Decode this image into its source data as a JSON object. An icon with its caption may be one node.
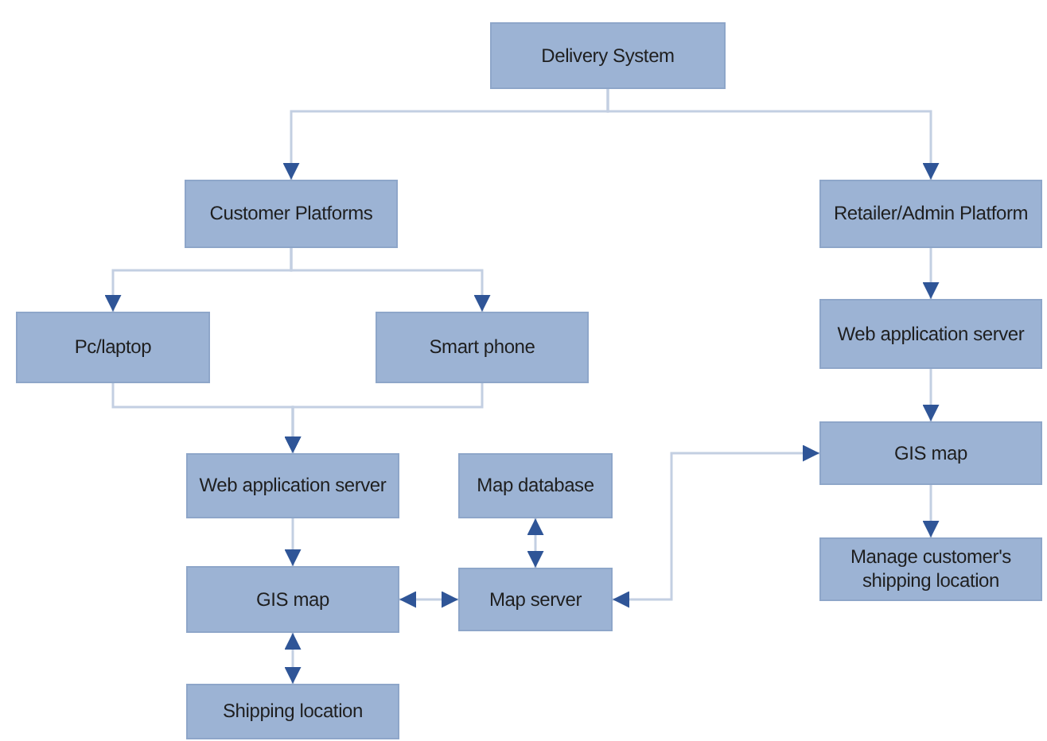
{
  "diagram": {
    "nodes": [
      {
        "text": [
          "Delivery System"
        ]
      },
      {
        "text": [
          "Customer Platforms"
        ]
      },
      {
        "text": [
          "Retailer/Admin Platform"
        ]
      },
      {
        "text": [
          "Pc/laptop"
        ]
      },
      {
        "text": [
          "Smart phone"
        ]
      },
      {
        "text": [
          "Web application server"
        ]
      },
      {
        "text": [
          "Map database"
        ]
      },
      {
        "text": [
          "GIS map"
        ]
      },
      {
        "text": [
          "Map server"
        ]
      },
      {
        "text": [
          "Shipping location"
        ]
      },
      {
        "text": [
          "Web application server"
        ]
      },
      {
        "text": [
          "GIS map"
        ]
      },
      {
        "text": [
          "Manage customer's shipping location"
        ]
      }
    ],
    "edges": [
      {
        "from": 0,
        "to": 1,
        "arrow": "to"
      },
      {
        "from": 0,
        "to": 2,
        "arrow": "to"
      },
      {
        "from": 1,
        "to": 3,
        "arrow": "to"
      },
      {
        "from": 1,
        "to": 4,
        "arrow": "to"
      },
      {
        "from": 3,
        "to": 5,
        "arrow": "to"
      },
      {
        "from": 4,
        "to": 5,
        "arrow": "to"
      },
      {
        "from": 5,
        "to": 7,
        "arrow": "to"
      },
      {
        "from": 8,
        "to": 6,
        "arrow": "both"
      },
      {
        "from": 7,
        "to": 8,
        "arrow": "both"
      },
      {
        "from": 7,
        "to": 9,
        "arrow": "both"
      },
      {
        "from": 8,
        "to": 11,
        "arrow": "both"
      },
      {
        "from": 2,
        "to": 10,
        "arrow": "to"
      },
      {
        "from": 10,
        "to": 11,
        "arrow": "to"
      },
      {
        "from": 11,
        "to": 12,
        "arrow": "to"
      }
    ]
  }
}
